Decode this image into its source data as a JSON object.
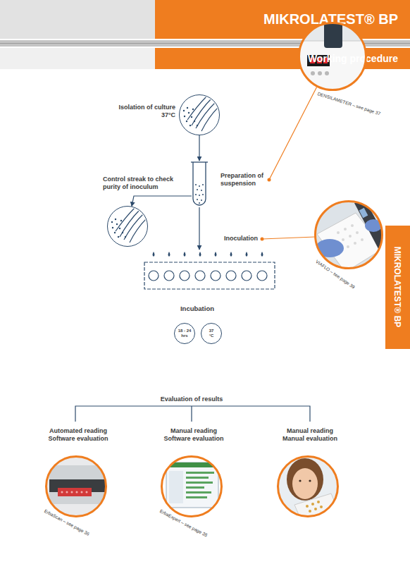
{
  "diagram": {
    "title": "MIKROLATEST® BP",
    "nodes": [
      {
        "text": [
          "Isolation of culture 37°C"
        ]
      },
      {
        "text": [
          "DENSILAMETER – see page 37"
        ]
      },
      {
        "text": [
          "Preparation of suspension"
        ]
      },
      {
        "text": [
          "Control streak to check purity of inoculum"
        ]
      },
      {
        "text": [
          "VIAFLO – see page 39"
        ]
      },
      {
        "text": [
          "Incubation"
        ]
      },
      {
        "text": [
          "18 - 24 hrs"
        ]
      },
      {
        "text": [
          "37 °C"
        ]
      },
      {
        "text": [
          "Automated reading Software evaluation",
          "ErbaScan – see page 36"
        ]
      },
      {
        "text": [
          "Manual reading Software evaluation",
          "ErbaExpert – see page 35"
        ]
      },
      {
        "text": [
          "Manual reading Manual evaluation"
        ]
      }
    ],
    "edges": [
      {
        "from": 0,
        "to": 2,
        "arrow": "to"
      },
      {
        "from": 2,
        "to": 3,
        "arrow": "to"
      },
      {
        "from": 2,
        "to": 5,
        "arrow": "to"
      },
      {
        "from": 2,
        "to": 1,
        "arrow": "none"
      }
    ],
    "labels": [
      "Working procedure",
      "MIKROLATEST® BP",
      "Inoculation",
      "Evaluation of results"
    ]
  }
}
